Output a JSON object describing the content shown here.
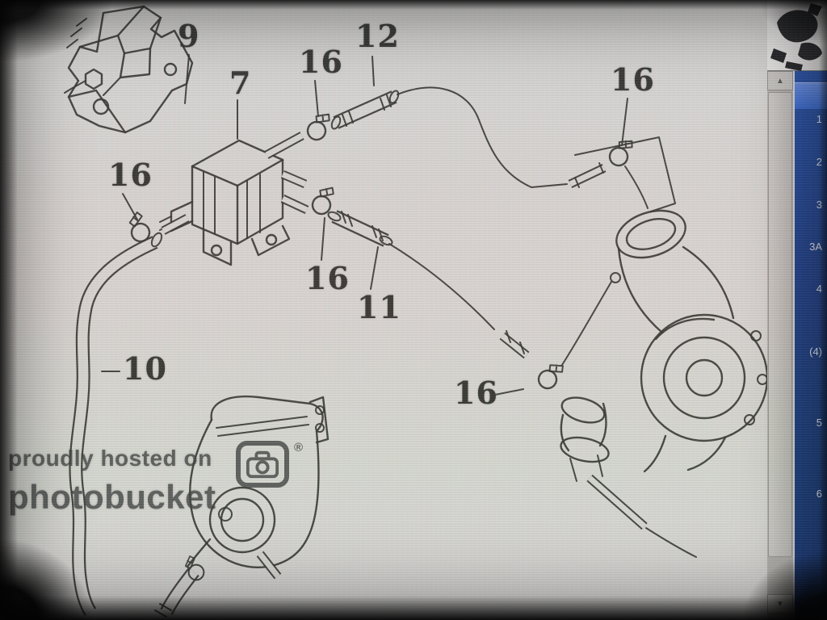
{
  "colors": {
    "paper": "#d8d6d1",
    "ink": "#2c2c26",
    "panel_blue": "#123a8c",
    "panel_highlight": "#2f66d4",
    "scrollbar_track": "#b3b0aa",
    "scrollbar_thumb": "#cfccc6",
    "watermark_gray": "#343434"
  },
  "diagram": {
    "callouts": [
      {
        "id": "9",
        "label": "9"
      },
      {
        "id": "7",
        "label": "7"
      },
      {
        "id": "16-top",
        "label": "16"
      },
      {
        "id": "12",
        "label": "12"
      },
      {
        "id": "16-right",
        "label": "16"
      },
      {
        "id": "16-left",
        "label": "16"
      },
      {
        "id": "16-mid",
        "label": "16"
      },
      {
        "id": "11",
        "label": "11"
      },
      {
        "id": "10",
        "label": "10"
      },
      {
        "id": "16-bottom",
        "label": "16"
      }
    ]
  },
  "watermark": {
    "line1": "proudly hosted on",
    "brand": "photobucket",
    "reg": "®"
  },
  "parts_list": {
    "rows": [
      {
        "label": "1"
      },
      {
        "label": "2"
      },
      {
        "label": "3"
      },
      {
        "label": "3A"
      },
      {
        "label": "4"
      },
      {
        "label": "(4)"
      },
      {
        "label": "5"
      },
      {
        "label": "6"
      }
    ]
  }
}
